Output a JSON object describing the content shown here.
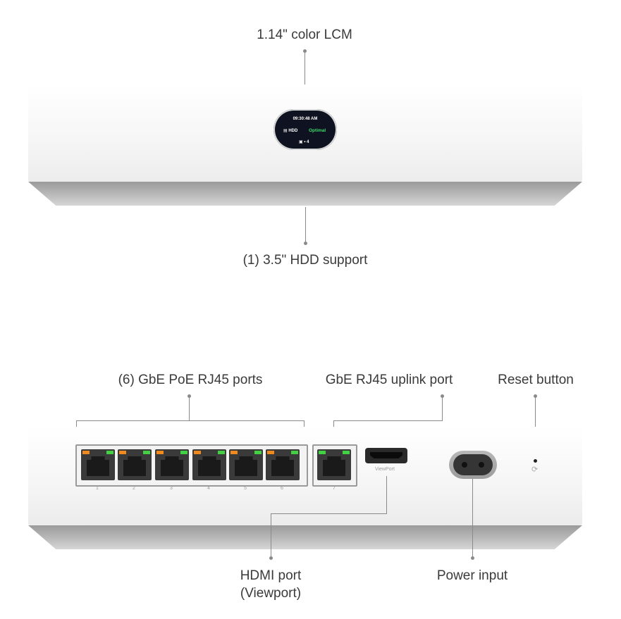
{
  "labels": {
    "lcm": "1.14\" color LCM",
    "hdd": "(1) 3.5\" HDD support",
    "poe_ports": "(6) GbE PoE RJ45 ports",
    "uplink": "GbE RJ45 uplink port",
    "reset": "Reset button",
    "hdmi_line1": "HDMI port",
    "hdmi_line2": "(Viewport)",
    "power": "Power input"
  },
  "lcm_screen": {
    "time": "09:30:48 AM",
    "hdd_label": "HDD",
    "hdd_status": "Optimal",
    "camera_count": "4"
  },
  "ports": {
    "poe_numbers": [
      "1",
      "2",
      "3",
      "4",
      "5",
      "6"
    ],
    "uplink_number": "7",
    "hdmi_label": "ViewPort"
  },
  "colors": {
    "led_orange": "#f08a1e",
    "led_green": "#43d043",
    "status_green": "#3ddc6a"
  }
}
